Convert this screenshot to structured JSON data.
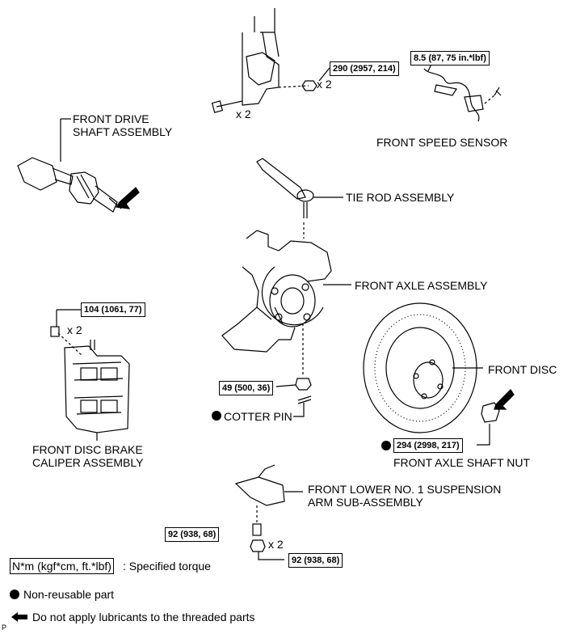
{
  "labels": {
    "front_drive_shaft": "FRONT DRIVE\nSHAFT ASSEMBLY",
    "front_speed_sensor": "FRONT SPEED SENSOR",
    "tie_rod": "TIE ROD ASSEMBLY",
    "front_axle": "FRONT AXLE ASSEMBLY",
    "front_disc": "FRONT DISC",
    "cotter_pin": "COTTER PIN",
    "front_axle_shaft_nut": "FRONT AXLE SHAFT NUT",
    "brake_caliper": "FRONT DISC BRAKE\nCALIPER ASSEMBLY",
    "lower_arm": "FRONT LOWER NO. 1 SUSPENSION\nARM SUB-ASSEMBLY"
  },
  "torques": {
    "strut_nut": "290 (2957, 214)",
    "speed_sensor_bolt": "8.5 (87, 75 in.*lbf)",
    "caliper_bolt": "104 (1061, 77)",
    "tie_rod_nut": "49 (500, 36)",
    "axle_nut": "294 (2998, 217)",
    "lower_arm_bolt": "92 (938, 68)",
    "lower_arm_nut": "92 (938, 68)"
  },
  "quantities": {
    "strut_nut_qty": "x 2",
    "strut_bolt_qty": "x 2",
    "caliper_qty": "x 2",
    "lower_arm_qty": "x 2"
  },
  "legend": {
    "torque_box": "N*m (kgf*cm, ft.*lbf)",
    "torque_text": ": Specified torque",
    "non_reusable": "Non-reusable part",
    "no_lubricant": "Do not apply lubricants to the threaded parts"
  },
  "corner_mark": "P"
}
